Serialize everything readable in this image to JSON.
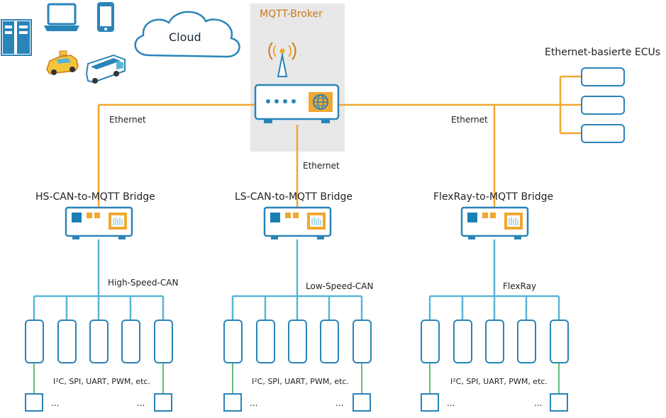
{
  "cloud": {
    "label": "Cloud"
  },
  "broker": {
    "title": "MQTT-Broker"
  },
  "ethernet_ecus": {
    "title": "Ethernet-basierte ECUs"
  },
  "links": {
    "left": "Ethernet",
    "center": "Ethernet",
    "right": "Ethernet"
  },
  "bridges": [
    {
      "title": "HS-CAN-to-MQTT Bridge",
      "bus": "High-Speed-CAN",
      "peripherals": "I²C, SPI, UART, PWM, etc.",
      "ellipsis_left": "...",
      "ellipsis_right": "..."
    },
    {
      "title": "LS-CAN-to-MQTT Bridge",
      "bus": "Low-Speed-CAN",
      "peripherals": "I²C, SPI, UART, PWM, etc.",
      "ellipsis_left": "...",
      "ellipsis_right": "..."
    },
    {
      "title": "FlexRay-to-MQTT Bridge",
      "bus": "FlexRay",
      "peripherals": "I²C, SPI, UART, PWM, etc.",
      "ellipsis_left": "...",
      "ellipsis_right": "..."
    }
  ],
  "colors": {
    "ethernet_line": "#f0a830",
    "bus_line": "#5ab4d6",
    "device_outline": "#2a84b8",
    "device_fill": "#ffffff",
    "peripheral_line": "#2ea84a",
    "broker_bg": "#e8e8e8",
    "broker_title": "#c9791b",
    "bridge_fill": "#1a7fb5"
  },
  "icons": [
    "server-icon",
    "laptop-icon",
    "smartphone-icon",
    "taxi-icon",
    "bus-icon",
    "cloud-icon",
    "router-icon",
    "antenna-icon",
    "globe-icon"
  ]
}
